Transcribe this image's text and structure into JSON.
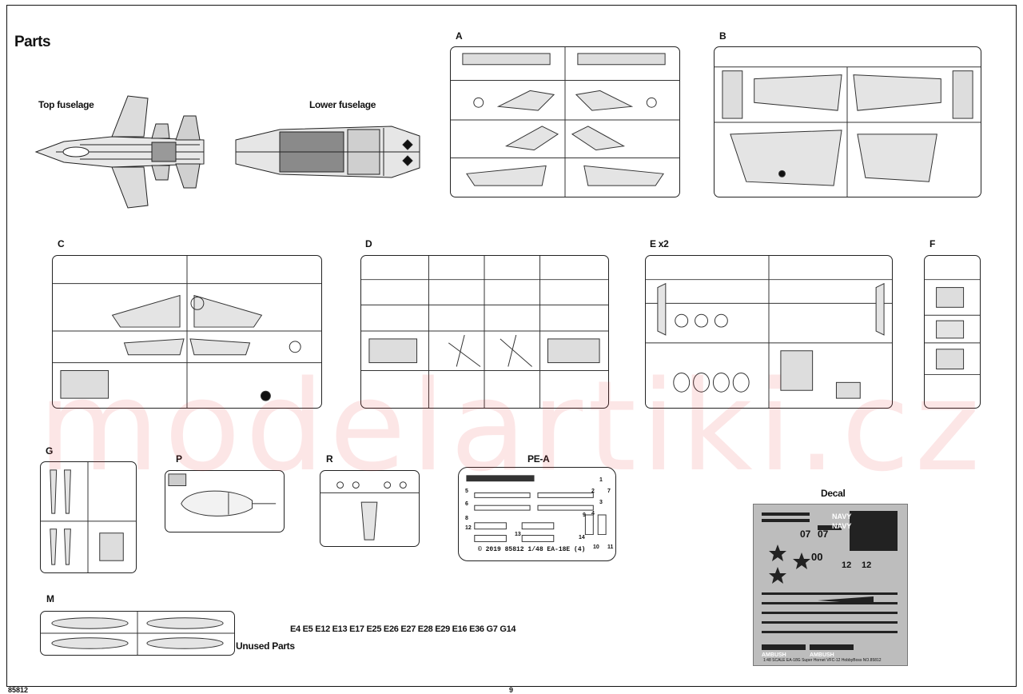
{
  "heading": "Parts",
  "views": {
    "top_fuselage": "Top fuselage",
    "lower_fuselage": "Lower fuselage"
  },
  "sprues": {
    "A": "A",
    "B": "B",
    "C": "C",
    "D": "D",
    "E": "E x2",
    "F": "F",
    "G": "G",
    "P": "P",
    "R": "R",
    "PEA": "PE-A",
    "M": "M"
  },
  "pe_sheet": {
    "copyright": "© 2019 85812 1/48 EA-18E (4)",
    "part_numbers": [
      "1",
      "2",
      "3",
      "4",
      "5",
      "6",
      "7",
      "8",
      "9",
      "10",
      "11",
      "12",
      "13",
      "14"
    ]
  },
  "decal": {
    "label": "Decal",
    "caption": "1:48 SCALE EA-18G Super Hornet VFC-12 HobbyBoss NO.85812",
    "marks": [
      "NAVY",
      "NAVY",
      "07",
      "07",
      "00",
      "12",
      "12",
      "AMBUSH",
      "AMBUSH"
    ]
  },
  "unused": {
    "title": "Unused Parts",
    "list": "E4 E5 E12 E13 E17 E25 E26 E27 E28 E29 E16 E36 G7 G14"
  },
  "watermark": "modelartiki.cz",
  "footer": {
    "left": "85812",
    "center": "9"
  }
}
